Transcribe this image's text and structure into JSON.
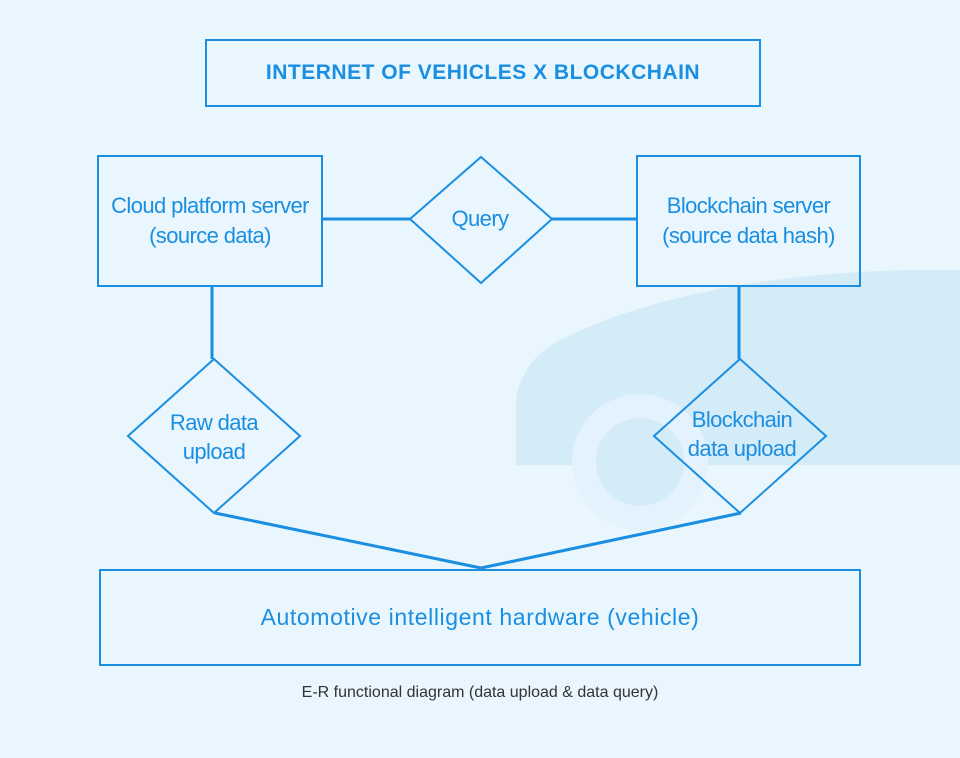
{
  "title": "INTERNET OF VEHICLES X BLOCKCHAIN",
  "entities": {
    "cloud_server": {
      "line1": "Cloud platform server",
      "line2": "(source data)"
    },
    "blockchain_server": {
      "line1": "Blockchain server",
      "line2": "(source data hash)"
    },
    "hardware": "Automotive intelligent hardware (vehicle)"
  },
  "relationships": {
    "query": "Query",
    "raw_upload": {
      "line1": "Raw data",
      "line2": "upload"
    },
    "blockchain_upload": {
      "line1": "Blockchain",
      "line2": "data upload"
    }
  },
  "caption": "E-R functional diagram (data upload & data query)",
  "colors": {
    "accent": "#1a8ee0",
    "background": "#e9f6fe",
    "watermark": "#d4ebf8",
    "caption": "#333333"
  }
}
